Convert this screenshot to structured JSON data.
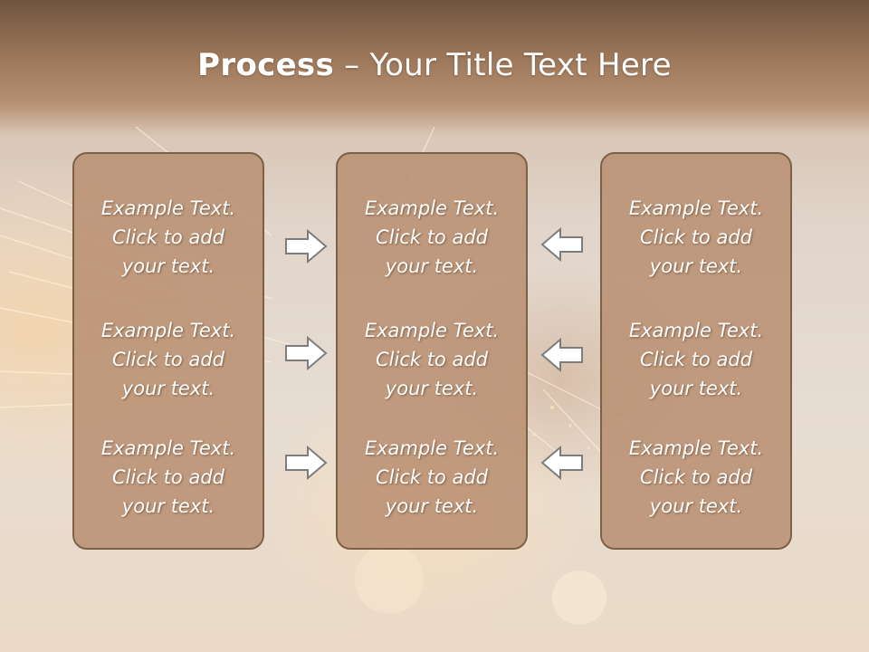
{
  "slide": {
    "title_bold": "Process",
    "title_rest": " – Your Title Text Here"
  },
  "columns": [
    {
      "blocks": [
        {
          "line1": "Example Text.",
          "line2": "Click  to add",
          "line3": "your text."
        },
        {
          "line1": "Example Text.",
          "line2": "Click  to add",
          "line3": "your text."
        },
        {
          "line1": "Example Text.",
          "line2": "Click  to add",
          "line3": "your text."
        }
      ]
    },
    {
      "blocks": [
        {
          "line1": "Example Text.",
          "line2": "Click  to add",
          "line3": "your text."
        },
        {
          "line1": "Example Text.",
          "line2": "Click  to add",
          "line3": "your text."
        },
        {
          "line1": "Example Text.",
          "line2": "Click  to add",
          "line3": "your text."
        }
      ]
    },
    {
      "blocks": [
        {
          "line1": "Example Text.",
          "line2": "Click  to add",
          "line3": "your text."
        },
        {
          "line1": "Example Text.",
          "line2": "Click  to add",
          "line3": "your text."
        },
        {
          "line1": "Example Text.",
          "line2": "Click  to add",
          "line3": "your text."
        }
      ]
    }
  ],
  "arrows": {
    "left_group": "arrow-right-icon",
    "right_group": "arrow-left-icon",
    "fill": "#ffffff",
    "stroke": "#7d7d7d"
  },
  "colors": {
    "panel_fill": "#b99173",
    "panel_border": "#7d6048",
    "header_band": "#9a7558"
  }
}
